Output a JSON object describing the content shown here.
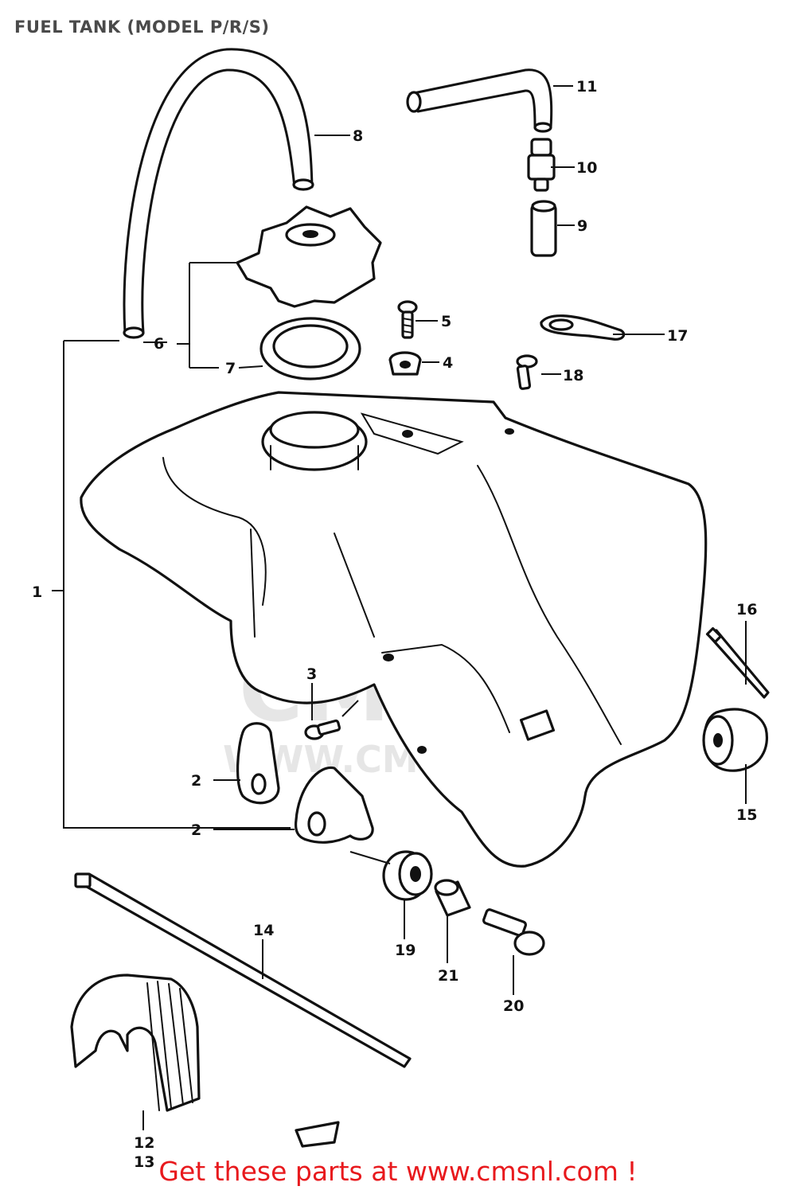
{
  "title": "FUEL TANK (MODEL P/R/S)",
  "watermark": {
    "text": "CMS",
    "url": "WWW.CMSNL.COM"
  },
  "callouts": {
    "c1": "1",
    "c2a": "2",
    "c2b": "2",
    "c3": "3",
    "c4": "4",
    "c5": "5",
    "c6": "6",
    "c7": "7",
    "c8": "8",
    "c9": "9",
    "c10": "10",
    "c11": "11",
    "c12": "12",
    "c13": "13",
    "c14": "14",
    "c15": "15",
    "c16": "16",
    "c17": "17",
    "c18": "18",
    "c19": "19",
    "c20": "20",
    "c21": "21"
  },
  "footer": "Get these parts at www.cmsnl.com !",
  "colors": {
    "footer": "#e8191d",
    "title": "#4a4a4a",
    "line": "#111111"
  }
}
